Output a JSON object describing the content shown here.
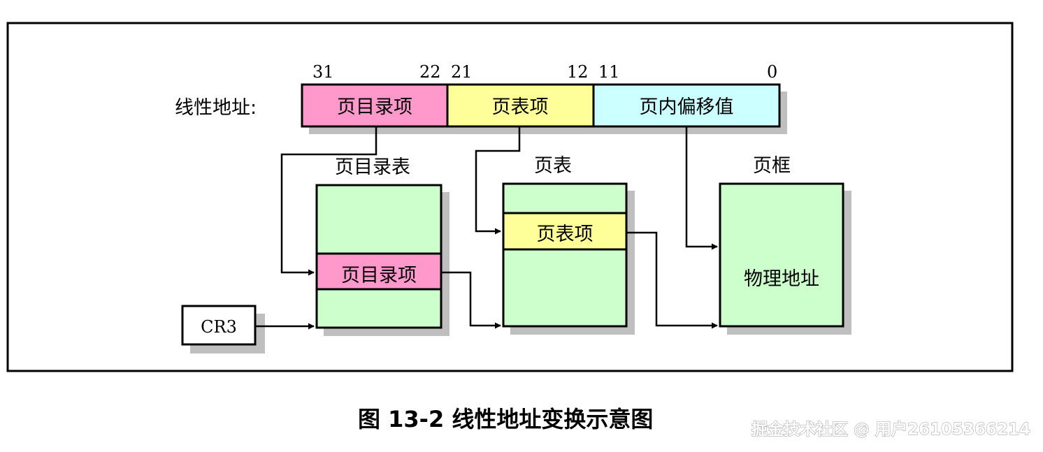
{
  "linear_address": {
    "label": "线性地址:",
    "fields": [
      {
        "label": "页目录项",
        "bit_high": "31",
        "bit_low": "22",
        "color": "#ff99cc"
      },
      {
        "label": "页表项",
        "bit_high": "21",
        "bit_low": "12",
        "color": "#ffff99"
      },
      {
        "label": "页内偏移值",
        "bit_high": "11",
        "bit_low": "0",
        "color": "#ccffff"
      }
    ]
  },
  "page_directory": {
    "title": "页目录表",
    "entry_label": "页目录项",
    "entry_color": "#ff99cc",
    "color": "#ccffcc"
  },
  "page_table": {
    "title": "页表",
    "entry_label": "页表项",
    "entry_color": "#ffff99",
    "color": "#ccffcc"
  },
  "page_frame": {
    "title": "页框",
    "content_label": "物理地址",
    "color": "#ccffcc"
  },
  "cr3": {
    "label": "CR3"
  },
  "caption": "图 13-2 线性地址变换示意图",
  "watermark": "掘金技术社区 @ 用户26105366214",
  "colors": {
    "shadow": "#bfbfbf",
    "stroke": "#000000"
  }
}
